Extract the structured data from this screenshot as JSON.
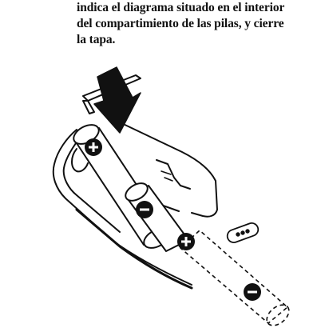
{
  "instruction": {
    "lines": [
      "indica el diagrama situado en el interior",
      "del compartimiento de las pilas, y cierre",
      "la tapa."
    ]
  },
  "illustration": {
    "icons": [
      "remote-control-body",
      "battery-cover",
      "insertion-arrow",
      "battery-installed",
      "battery-being-inserted",
      "plus-polarity-icon",
      "minus-polarity-icon",
      "infrared-window"
    ]
  }
}
